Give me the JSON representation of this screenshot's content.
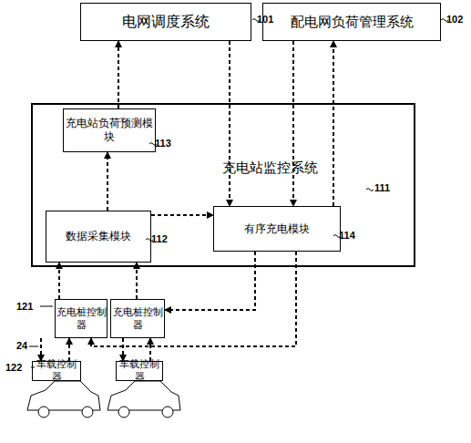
{
  "diagram": {
    "nodes": [
      {
        "text": [
          "电网调度系统"
        ]
      },
      {
        "text": [
          "配电网负荷管理系统"
        ]
      },
      {
        "text": [
          "充电站监控系统"
        ]
      },
      {
        "text": [
          "充电站负荷预测模块"
        ],
        "in": 2
      },
      {
        "text": [
          "数据采集模块"
        ],
        "in": 2
      },
      {
        "text": [
          "有序充电模块"
        ],
        "in": 2
      },
      {
        "text": [
          "充电桩控制器"
        ]
      },
      {
        "text": [
          "充电桩控制器"
        ]
      },
      {
        "text": [
          "车载控制器"
        ]
      },
      {
        "text": [
          "车载控制器"
        ]
      }
    ],
    "edges": [
      {
        "from": 3,
        "to": 0,
        "arrow": "to"
      },
      {
        "from": 0,
        "to": 5,
        "arrow": "to"
      },
      {
        "from": 1,
        "to": 5,
        "arrow": "to"
      },
      {
        "from": 5,
        "to": 1,
        "arrow": "to"
      },
      {
        "from": 4,
        "to": 3,
        "arrow": "to"
      },
      {
        "from": 4,
        "to": 5,
        "arrow": "to"
      },
      {
        "from": 6,
        "to": 4,
        "arrow": "to"
      },
      {
        "from": 7,
        "to": 4,
        "arrow": "to"
      },
      {
        "from": 5,
        "to": 7,
        "arrow": "to"
      },
      {
        "from": 5,
        "to": 6,
        "arrow": "to"
      },
      {
        "from": 6,
        "to": 8,
        "arrow": "to"
      },
      {
        "from": 8,
        "to": 6,
        "arrow": "to"
      },
      {
        "from": 7,
        "to": 9,
        "arrow": "to"
      },
      {
        "from": 9,
        "to": 7,
        "arrow": "to"
      }
    ],
    "labels": [
      "101",
      "102",
      "111",
      "113",
      "112",
      "114",
      "121",
      "122",
      "24"
    ]
  }
}
